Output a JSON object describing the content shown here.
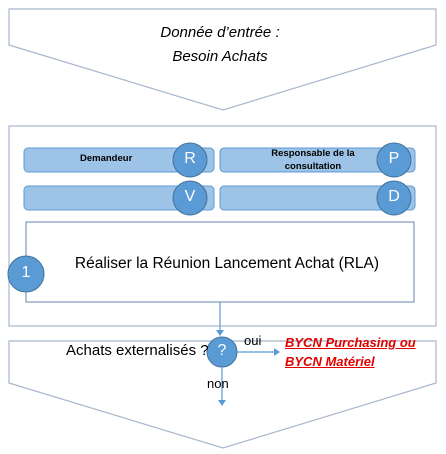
{
  "input_chevron": {
    "title": "Donnée d’entrée :",
    "subtitle": "Besoin Achats"
  },
  "roles": [
    {
      "label": "Demandeur",
      "letter": "R"
    },
    {
      "label": "Responsable de la consultation",
      "letter": "P"
    },
    {
      "label": "",
      "letter": "V"
    },
    {
      "label": "",
      "letter": "D"
    }
  ],
  "step": {
    "number": "1",
    "text": "Réaliser la Réunion Lancement Achat (RLA)"
  },
  "decision": {
    "question": "Achats externalisés ?",
    "symbol": "?",
    "yes_label": "oui",
    "no_label": "non",
    "yes_target_line1": "BYCN Purchasing ou",
    "yes_target_line2": "BYCN Matériel"
  },
  "colors": {
    "chevron_stroke": "#a8b7cc",
    "pill_fill": "#9dc3e6",
    "pill_stroke": "#5b9bd5",
    "circle_fill": "#5b9bd5",
    "circle_stroke": "#41719c",
    "box_stroke": "#7f9bbd",
    "arrow": "#5b9bd5",
    "link": "#e00000"
  }
}
